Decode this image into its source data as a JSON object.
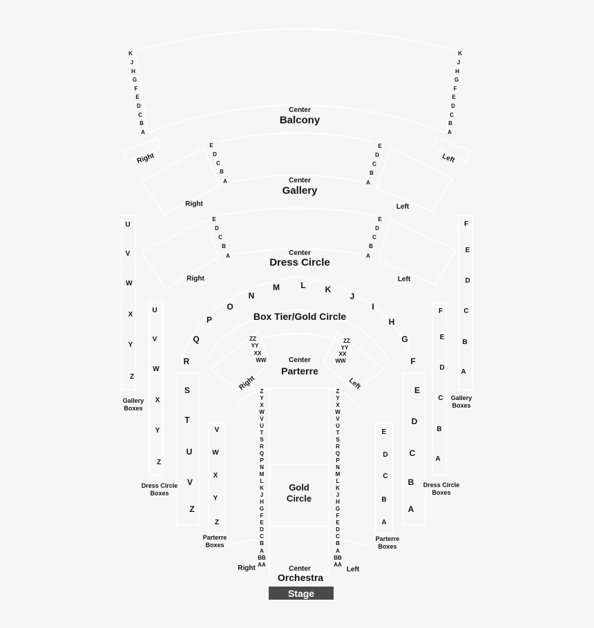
{
  "colors": {
    "background": "#f6f6f6",
    "outline": "#ffffff",
    "text": "#111111",
    "stage": "#4a4a4a",
    "stage_text": "#ffffff"
  },
  "stage": {
    "label": "Stage"
  },
  "balcony": {
    "center_label": "Center",
    "title": "Balcony",
    "right_label": "Right",
    "left_label": "Left",
    "right_rows": [
      "K",
      "J",
      "H",
      "G",
      "F",
      "E",
      "D",
      "C",
      "B",
      "A"
    ],
    "left_rows": [
      "K",
      "J",
      "H",
      "G",
      "F",
      "E",
      "D",
      "C",
      "B",
      "A"
    ]
  },
  "gallery": {
    "center_label": "Center",
    "title": "Gallery",
    "right_label": "Right",
    "left_label": "Left",
    "right_rows": [
      "E",
      "D",
      "C",
      "B",
      "A"
    ],
    "left_rows": [
      "E",
      "D",
      "C",
      "B",
      "A"
    ]
  },
  "dress_circle": {
    "center_label": "Center",
    "title": "Dress Circle",
    "right_label": "Right",
    "left_label": "Left",
    "right_rows": [
      "E",
      "D",
      "C",
      "B",
      "A"
    ],
    "left_rows": [
      "E",
      "D",
      "C",
      "B",
      "A"
    ]
  },
  "box_tier": {
    "title": "Box Tier/Gold Circle",
    "boxes": [
      "Q",
      "P",
      "O",
      "N",
      "M",
      "L",
      "K",
      "J",
      "I",
      "H",
      "G"
    ],
    "right_boxes": [
      "R",
      "S",
      "T",
      "U",
      "V",
      "Z"
    ],
    "left_boxes": [
      "F",
      "E",
      "D",
      "C",
      "B",
      "A"
    ]
  },
  "parterre": {
    "center_label": "Center",
    "title": "Parterre",
    "right_label": "Right",
    "left_label": "Left",
    "right_rows": [
      "ZZ",
      "YY",
      "XX",
      "WW"
    ],
    "left_rows": [
      "ZZ",
      "YY",
      "XX",
      "WW"
    ]
  },
  "gallery_boxes": {
    "label_line1": "Gallery",
    "label_line2": "Boxes",
    "right": [
      "U",
      "V",
      "W",
      "X",
      "Y",
      "Z"
    ],
    "left": [
      "F",
      "E",
      "D",
      "C",
      "B",
      "A"
    ]
  },
  "dress_circle_boxes": {
    "label_line1": "Dress Circle",
    "label_line2": "Boxes",
    "right": [
      "U",
      "V",
      "W",
      "X",
      "Y",
      "Z"
    ],
    "left": [
      "F",
      "E",
      "D",
      "C",
      "B",
      "A"
    ]
  },
  "parterre_boxes": {
    "label_line1": "Parterre",
    "label_line2": "Boxes",
    "right": [
      "V",
      "W",
      "X",
      "Y",
      "Z"
    ],
    "left": [
      "E",
      "D",
      "C",
      "B",
      "A"
    ]
  },
  "gold_circle": {
    "line1": "Gold",
    "line2": "Circle"
  },
  "orchestra": {
    "center_label": "Center",
    "title": "Orchestra",
    "right_label": "Right",
    "left_label": "Left",
    "rows": [
      "Z",
      "Y",
      "X",
      "W",
      "V",
      "U",
      "T",
      "S",
      "R",
      "Q",
      "P",
      "N",
      "M",
      "L",
      "K",
      "J",
      "H",
      "G",
      "F",
      "E",
      "D",
      "C",
      "B",
      "A",
      "BB",
      "AA"
    ]
  }
}
